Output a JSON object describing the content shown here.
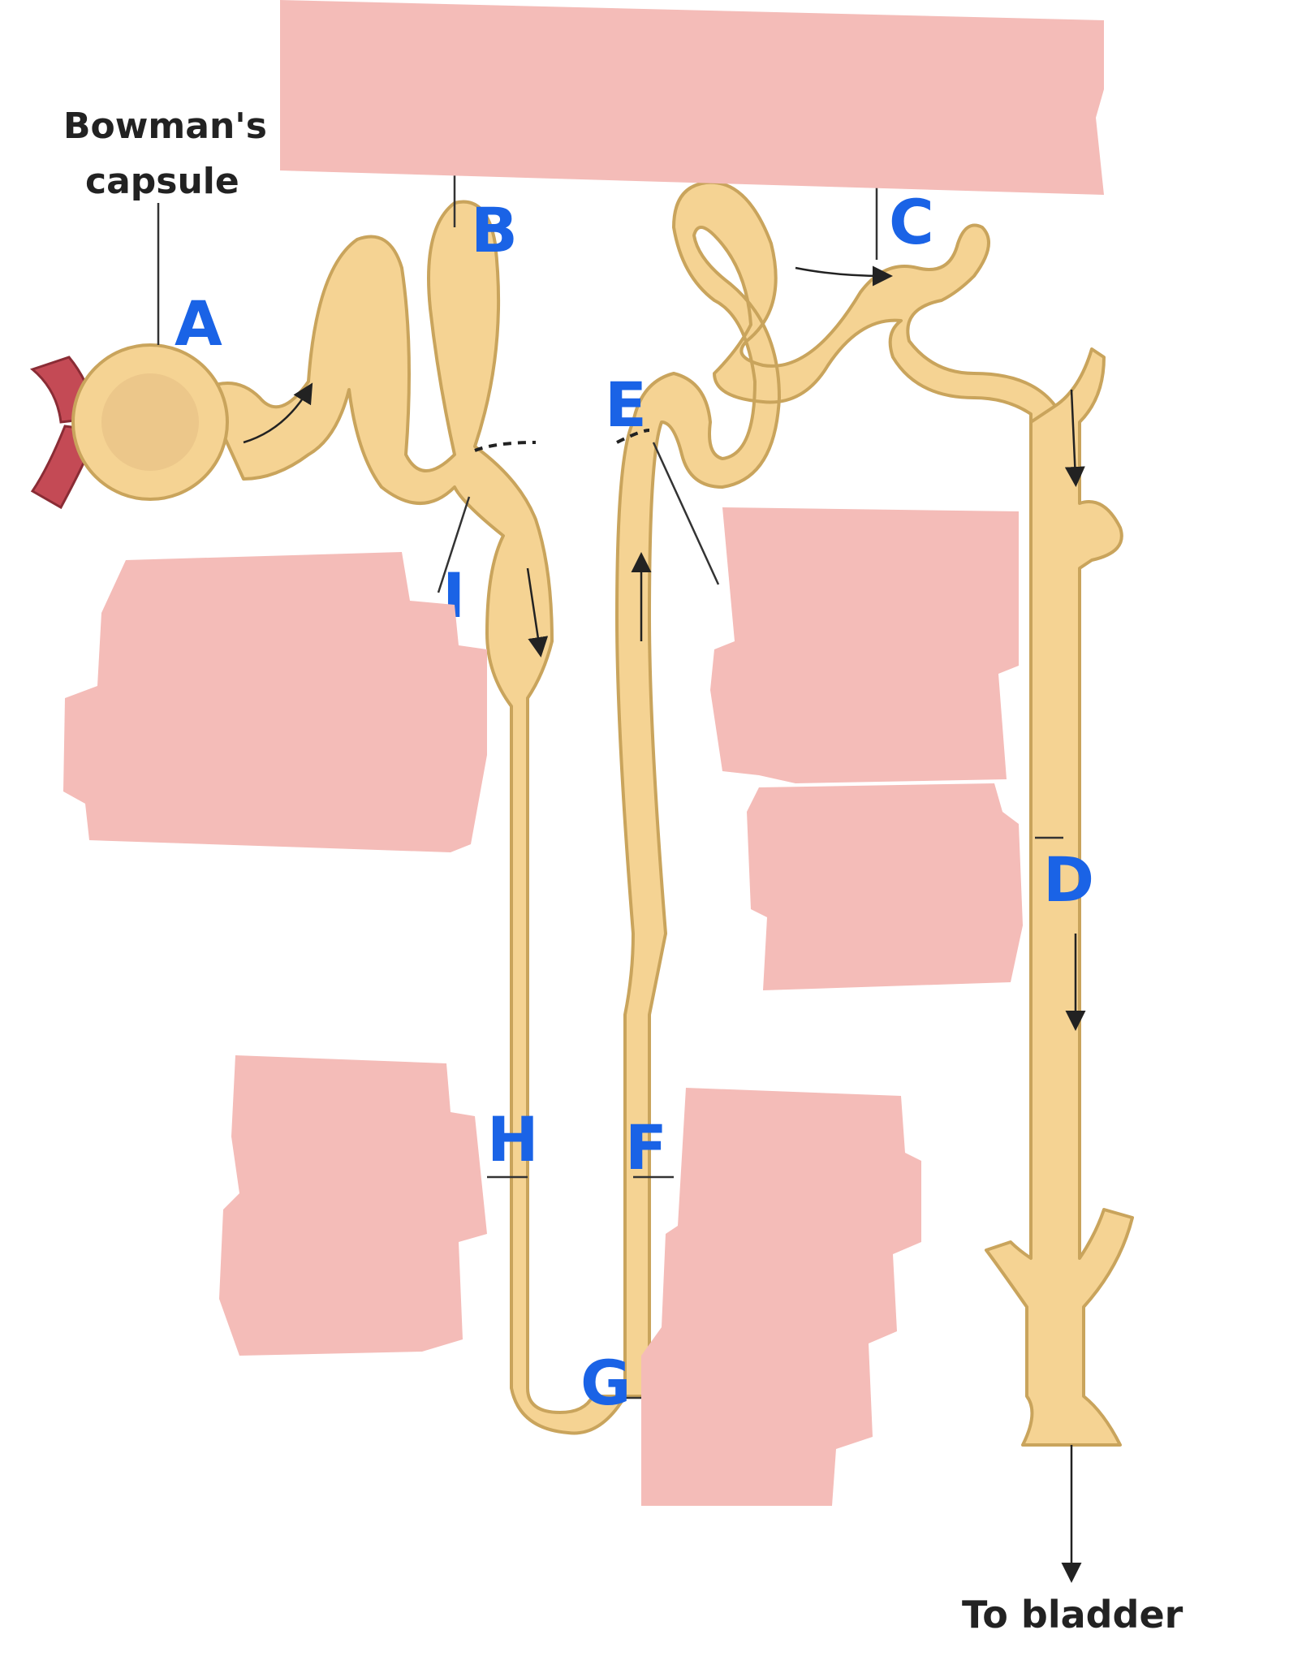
{
  "labels": {
    "bowmans_line1": "Bowman's",
    "bowmans_line2": "capsule",
    "to_bladder": "To bladder",
    "a": "A",
    "b": "B",
    "c": "C",
    "d": "D",
    "e": "E",
    "f": "F",
    "g": "G",
    "h": "H",
    "i": "I"
  },
  "colors": {
    "tubule_fill": "#f5d393",
    "tubule_stroke": "#c9a45c",
    "capsule_inner": "#ecc78a",
    "vessel": "#c44a55",
    "label_blue": "#1a63e6",
    "cover_pink": "#f4bcb8",
    "line_dark": "#333333"
  }
}
